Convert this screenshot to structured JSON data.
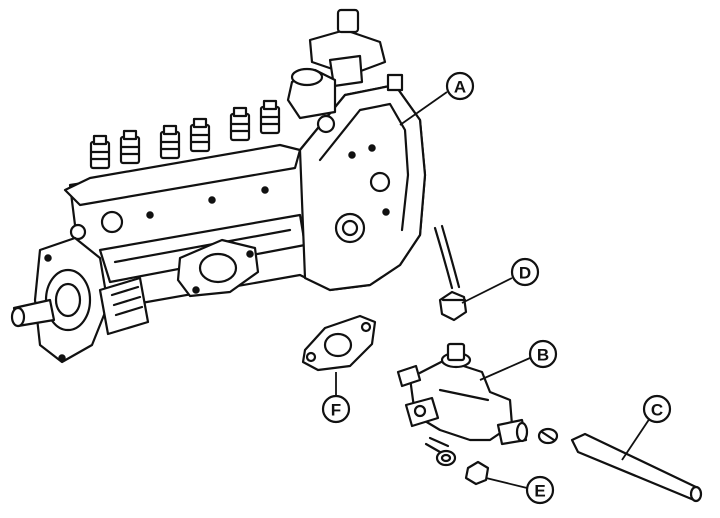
{
  "callouts": [
    {
      "id": "A",
      "label": "A"
    },
    {
      "id": "B",
      "label": "B"
    },
    {
      "id": "C",
      "label": "C"
    },
    {
      "id": "D",
      "label": "D"
    },
    {
      "id": "E",
      "label": "E"
    },
    {
      "id": "F",
      "label": "F"
    }
  ],
  "colors": {
    "line": "#111111",
    "background": "#ffffff"
  }
}
